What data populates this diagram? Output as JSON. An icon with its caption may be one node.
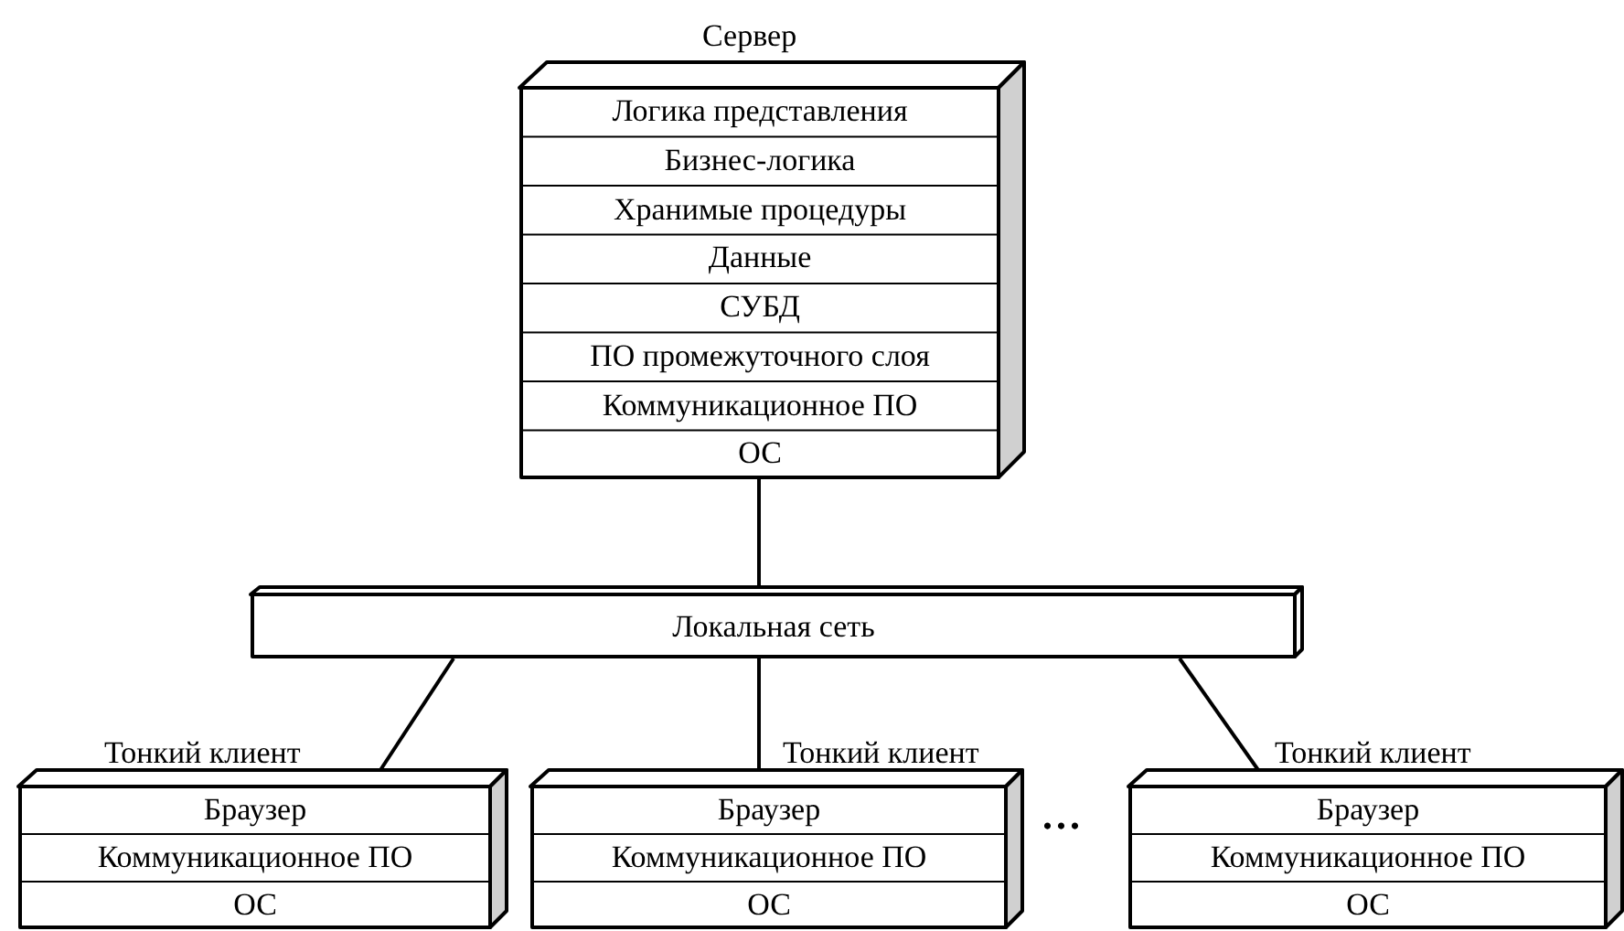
{
  "diagram": {
    "nodes": [
      {
        "text": [
          "Сервер",
          "Логика представления",
          "Бизнес-логика",
          "Хранимые процедуры",
          "Данные",
          "СУБД",
          "ПО промежуточного слоя",
          "Коммуникационное ПО",
          "ОС"
        ]
      },
      {
        "text": [
          "Локальная сеть"
        ]
      },
      {
        "text": [
          "Тонкий клиент",
          "Браузер",
          "Коммуникационное ПО",
          "ОС"
        ]
      },
      {
        "text": [
          "Тонкий клиент",
          "Браузер",
          "Коммуникационное ПО",
          "ОС"
        ]
      },
      {
        "text": [
          "Тонкий клиент",
          "Браузер",
          "Коммуникационное ПО",
          "ОС"
        ]
      }
    ],
    "edges": [
      {
        "from": 0,
        "to": 1,
        "arrow": "none"
      },
      {
        "from": 1,
        "to": 2,
        "arrow": "none"
      },
      {
        "from": 1,
        "to": 3,
        "arrow": "none"
      },
      {
        "from": 1,
        "to": 4,
        "arrow": "none"
      }
    ],
    "labels": [
      "..."
    ]
  }
}
